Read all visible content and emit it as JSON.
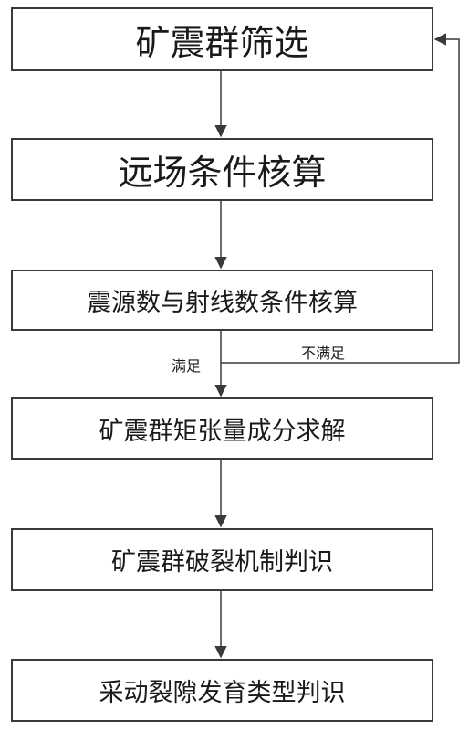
{
  "flowchart": {
    "steps": [
      "矿震群筛选",
      "远场条件核算",
      "震源数与射线数条件核算",
      "矿震群矩张量成分求解",
      "矿震群破裂机制判识",
      "采动裂隙发育类型判识"
    ],
    "branch_labels": {
      "satisfied": "满足",
      "not_satisfied": "不满足"
    }
  }
}
